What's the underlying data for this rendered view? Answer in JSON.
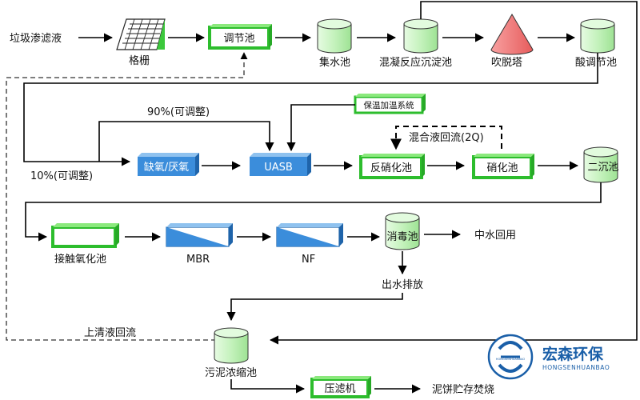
{
  "input": {
    "label": "垃圾渗滤液"
  },
  "nodes": {
    "screen": "格栅",
    "regulating_tank": "调节池",
    "collection_tank": "集水池",
    "coag_sed_tank": "混凝反应沉淀池",
    "stripping_tower": "吹脱塔",
    "acid_regulating_tank": "酸调节池",
    "insulation_heating": "保温加温系统",
    "anoxic_anaerobic": "缺氧/厌氧",
    "uasb": "UASB",
    "denitrification_tank": "反硝化池",
    "nitrification_tank": "硝化池",
    "secondary_clarifier": "二沉池",
    "contact_oxidation": "接触氧化池",
    "mbr": "MBR",
    "nf": "NF",
    "disinfection_tank": "消毒池",
    "sludge_thickener": "污泥浓缩池",
    "filter_press": "压滤机"
  },
  "labels": {
    "ratio_90": "90%(可调整)",
    "ratio_10": "10%(可调整)",
    "mixed_liquor_return": "混合液回流(2Q)",
    "reclaimed_water": "中水回用",
    "effluent_discharge": "出水排放",
    "supernatant_return": "上清液回流",
    "sludge_cake": "泥饼贮存焚烧"
  },
  "brand": {
    "name_cn": "宏森环保",
    "name_en": "HONGSENHUANBAO",
    "logo_text": "HONGSENHUANBAO",
    "color": "#1a5fa8"
  },
  "colors": {
    "tank_fill": "#c8f5c0",
    "box_green": "#3cdc3c",
    "box_blue": "#3b8ddb",
    "cone_fill": "#f27a7a",
    "line": "#000000"
  }
}
